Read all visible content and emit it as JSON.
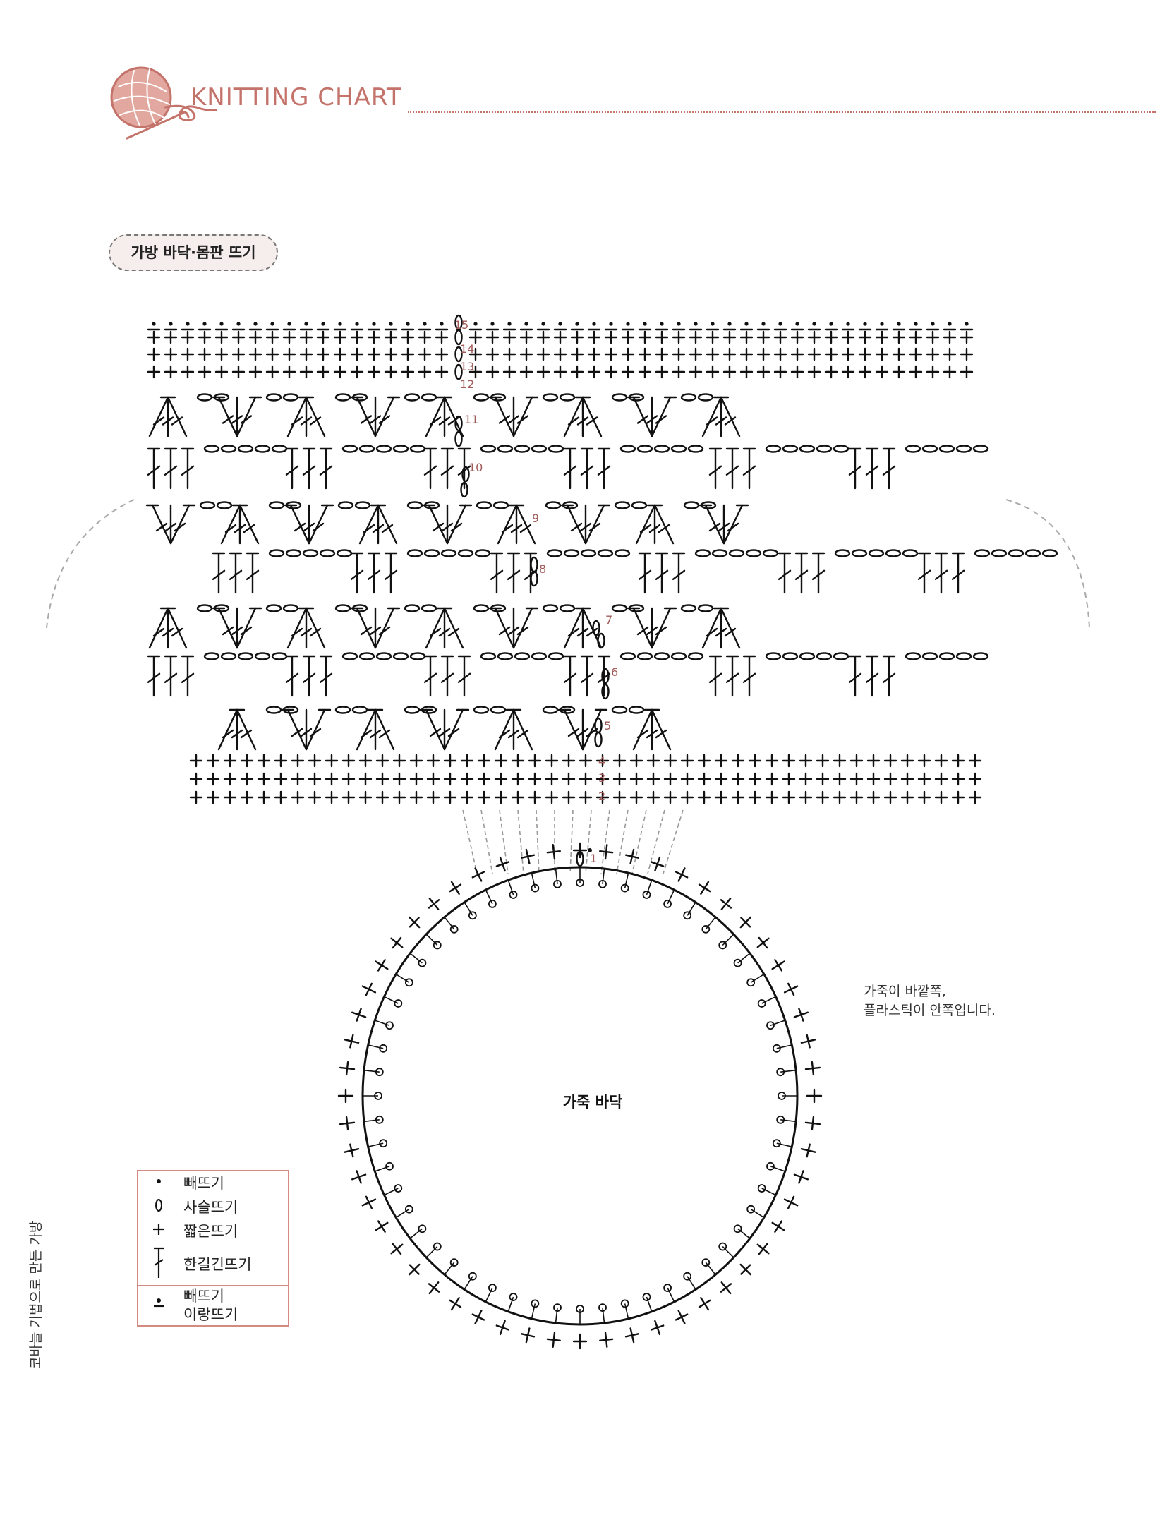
{
  "header": {
    "title": "KNITTING CHART",
    "logo": "yarn-ball-crochet-hook-icon",
    "accent_color": "#c4736a"
  },
  "section": {
    "label": "가방 바닥·몸판 뜨기"
  },
  "chart": {
    "row_labels": [
      "1",
      "2",
      "3",
      "4",
      "5",
      "6",
      "7",
      "8",
      "9",
      "10",
      "11",
      "12",
      "13",
      "14",
      "15"
    ],
    "center_label": "가죽 바닥",
    "note": [
      "가죽이 바깥쪽,",
      "플라스틱이 안쪽입니다."
    ]
  },
  "legend": {
    "items": [
      {
        "icon": "slip-stitch-icon",
        "label": "빼뜨기"
      },
      {
        "icon": "chain-stitch-icon",
        "label": "사슬뜨기"
      },
      {
        "icon": "single-crochet-icon",
        "label": "짧은뜨기"
      },
      {
        "icon": "double-crochet-icon",
        "label": "한길긴뜨기"
      },
      {
        "icon": "crab-stitch-icon",
        "label": "빼뜨기\n이랑뜨기"
      }
    ]
  },
  "side_caption": "코바늘 기법으로 만든 가방"
}
